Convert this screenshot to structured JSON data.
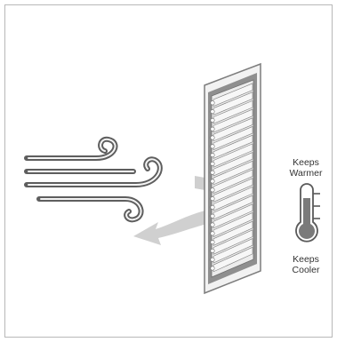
{
  "diagram": {
    "thermometer": {
      "top_label_line1": "Keeps",
      "top_label_line2": "Warmer",
      "bottom_label_line1": "Keeps",
      "bottom_label_line2": "Cooler"
    },
    "louver_slat_count": 20,
    "icons": {
      "wind": "wind-icon",
      "deflected_air": "deflected-air-arrow-icon",
      "thermometer": "thermometer-icon"
    },
    "colors": {
      "frame_border": "#b8b8b8",
      "ink": "#5a5a5a",
      "blind_frame": "#8a8a8a",
      "arrow": "#cfcfcf",
      "thermo_fill": "#7a7a7a"
    }
  }
}
